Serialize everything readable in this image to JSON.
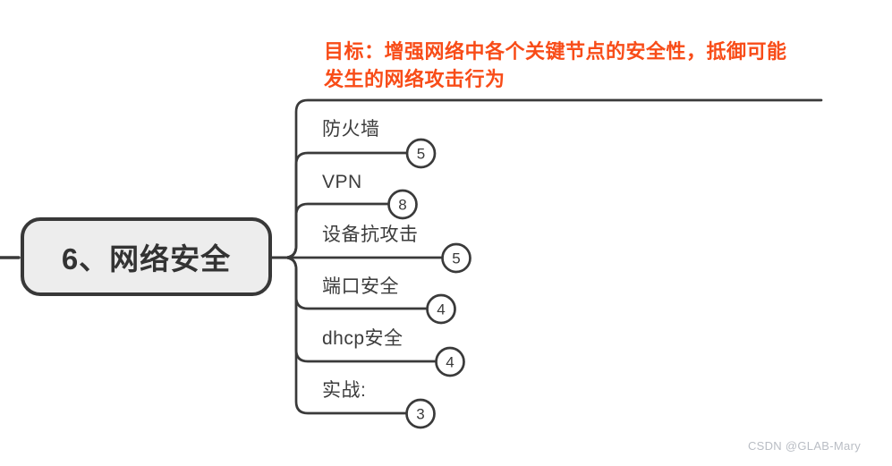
{
  "colors": {
    "accent_orange": "#f84c18",
    "connector_line": "#3a3a3a",
    "node_fill": "#ededed",
    "node_border": "#383838",
    "label_text": "#3c3c3c",
    "watermark_gray": "#b9bdc4"
  },
  "root_node": {
    "label": "6、网络安全"
  },
  "goal_note": {
    "line1": "目标：增强网络中各个关键节点的安全性，抵御可能",
    "line2": "发生的网络攻击行为"
  },
  "branches": [
    {
      "label": "防火墙",
      "count": "5"
    },
    {
      "label": "VPN",
      "count": "8"
    },
    {
      "label": "设备抗攻击",
      "count": "5"
    },
    {
      "label": "端口安全",
      "count": "4"
    },
    {
      "label": "dhcp安全",
      "count": "4"
    },
    {
      "label": "实战:",
      "count": "3"
    }
  ],
  "watermark": {
    "text": "CSDN @GLAB-Mary"
  }
}
